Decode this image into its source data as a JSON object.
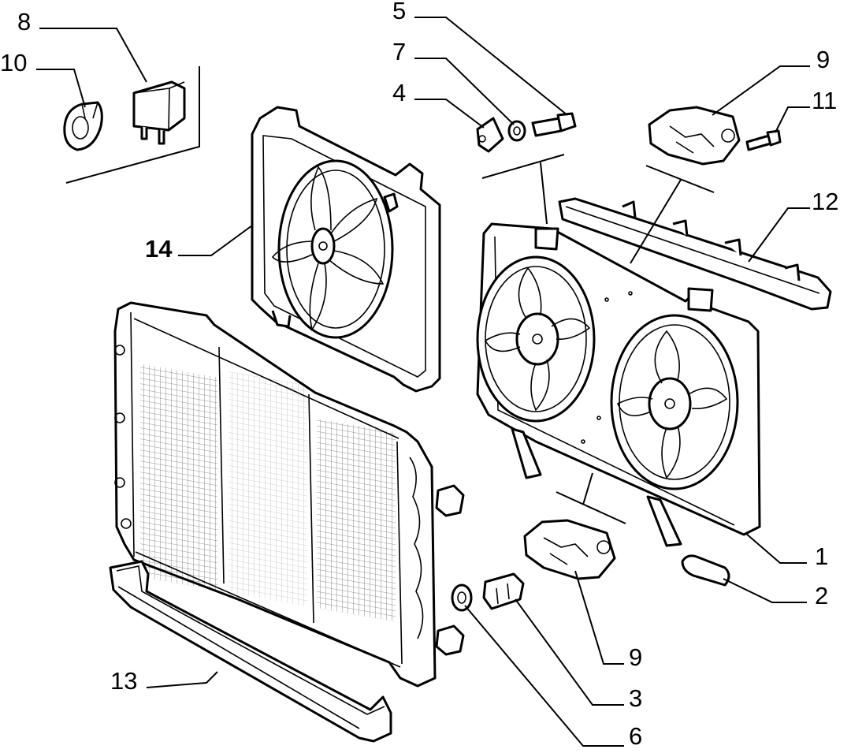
{
  "callouts": {
    "c8": "8",
    "c10": "10",
    "c5": "5",
    "c7": "7",
    "c4": "4",
    "c9a": "9",
    "c11": "11",
    "c12": "12",
    "c14": "14",
    "c1": "1",
    "c2": "2",
    "c9b": "9",
    "c3": "3",
    "c13": "13",
    "c6": "6"
  }
}
